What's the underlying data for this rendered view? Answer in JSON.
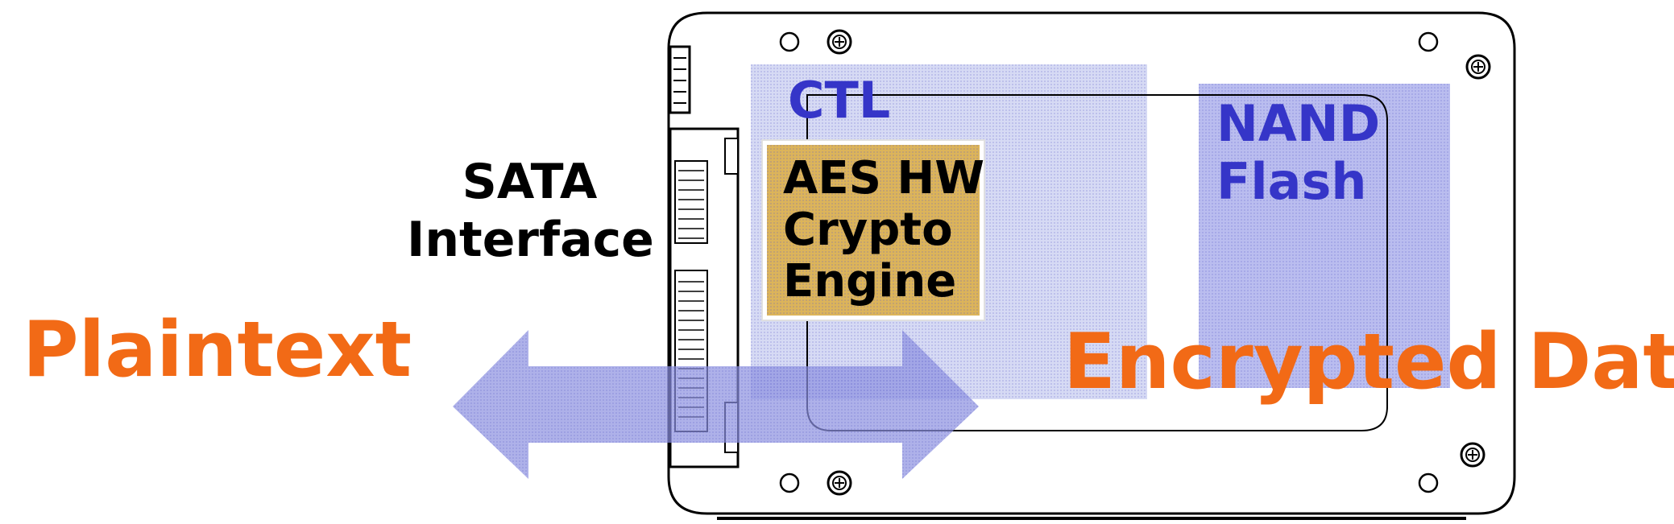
{
  "labels": {
    "sata_line1": "SATA",
    "sata_line2": "Interface",
    "ctl": "CTL",
    "aes_line1": "AES HW",
    "aes_line2": "Crypto",
    "aes_line3": "Engine",
    "nand_line1": "NAND",
    "nand_line2": "Flash",
    "plaintext": "Plaintext",
    "encrypted": "Encrypted Data"
  },
  "colors": {
    "controller_block": "#c8cdf0",
    "nand_block": "#aeb2ec",
    "aes_block": "#dcb45a",
    "arrow": "#8c90e0",
    "text_blue": "#3535c8",
    "text_orange": "#f26a16",
    "outline": "#000000"
  }
}
